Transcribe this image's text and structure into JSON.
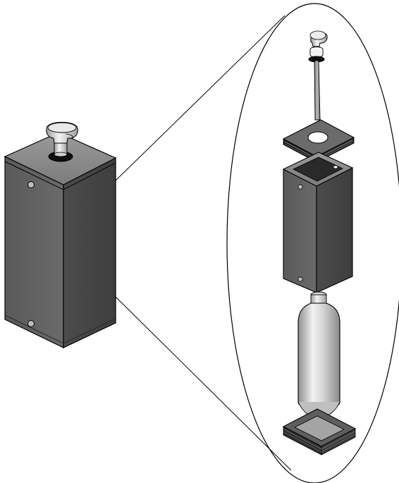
{
  "figure": {
    "type": "technical-illustration",
    "views": [
      "assembled-dispenser",
      "exploded-dispenser"
    ],
    "components_exploded": [
      "pump-head",
      "dip-tube",
      "top-plate",
      "housing-box",
      "bottle",
      "base-tray"
    ]
  },
  "colors": {
    "background": "#ffffff",
    "outline": "#000000",
    "box_front": "#5f5f5f",
    "box_side": "#474747",
    "box_top": "#8a8a8a",
    "plate_top": "#6a6a6a",
    "bottle_light": "#eeeeee",
    "bottle_mid": "#c9c9c9",
    "bottle_dark": "#8f8f8f"
  }
}
